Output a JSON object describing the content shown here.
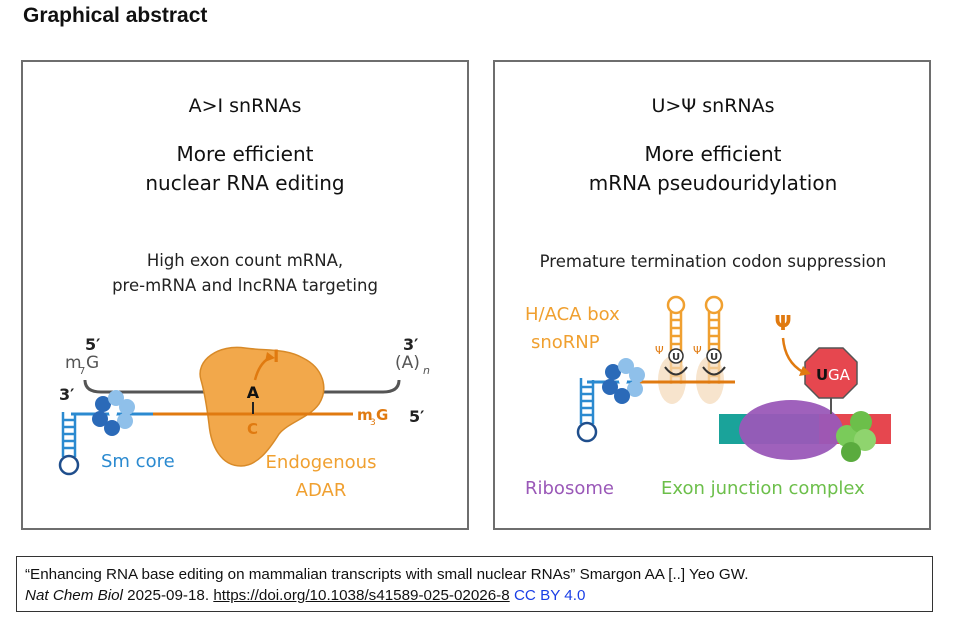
{
  "header": {
    "title": "Graphical abstract"
  },
  "left_panel": {
    "heading": "A>I snRNAs",
    "subtitle_line1": "More efficient",
    "subtitle_line2": "nuclear RNA editing",
    "target_line1": "High exon count mRNA,",
    "target_line2": "pre-mRNA and lncRNA targeting",
    "five_prime": "5′",
    "three_prime_top": "3′",
    "three_prime_left": "3′",
    "five_prime_right": "5′",
    "cap_m7": "m",
    "cap_m7_sub": "7",
    "cap_m7_g": "G",
    "polya": "(A)",
    "polya_sub": "n",
    "edit_inosine": "I",
    "edit_adenosine": "A",
    "edit_cytidine": "C",
    "cap_m3": "m",
    "cap_m3_sub": "3",
    "cap_m3_g": "G",
    "sm_core_label": "Sm core",
    "adar_line1": "Endogenous",
    "adar_line2": "ADAR"
  },
  "right_panel": {
    "heading": "U>Ψ snRNAs",
    "subtitle_line1": "More efficient",
    "subtitle_line2": "mRNA pseudouridylation",
    "target_line": "Premature termination codon suppression",
    "snornp_line1": "H/ACA box",
    "snornp_line2": "snoRNP",
    "psi_symbol": "Ψ",
    "psi_small_1": "Ψ",
    "psi_small_2": "Ψ",
    "u_small_1": "U",
    "u_small_2": "U",
    "codon_u": "U",
    "codon_ga": "GA",
    "ribosome_label": "Ribosome",
    "ejc_label": "Exon junction complex"
  },
  "caption": {
    "citation": "“Enhancing RNA base editing on mammalian transcripts with small nuclear RNAs” Smargon AA [..] Yeo GW.",
    "journal": "Nat Chem Biol",
    "date": "2025-09-18.",
    "doi": "https://doi.org/10.1038/s41589-025-02026-8",
    "license": "CC BY 4.0"
  },
  "colors": {
    "orange": "#f0a030",
    "dark_orange": "#e07a10",
    "blue": "#2b8ad0",
    "navy": "#1f4e8c",
    "purple": "#9a58b8",
    "green": "#6cbf4a",
    "teal": "#1aa39a",
    "red": "#e6474f",
    "gray": "#555555"
  }
}
